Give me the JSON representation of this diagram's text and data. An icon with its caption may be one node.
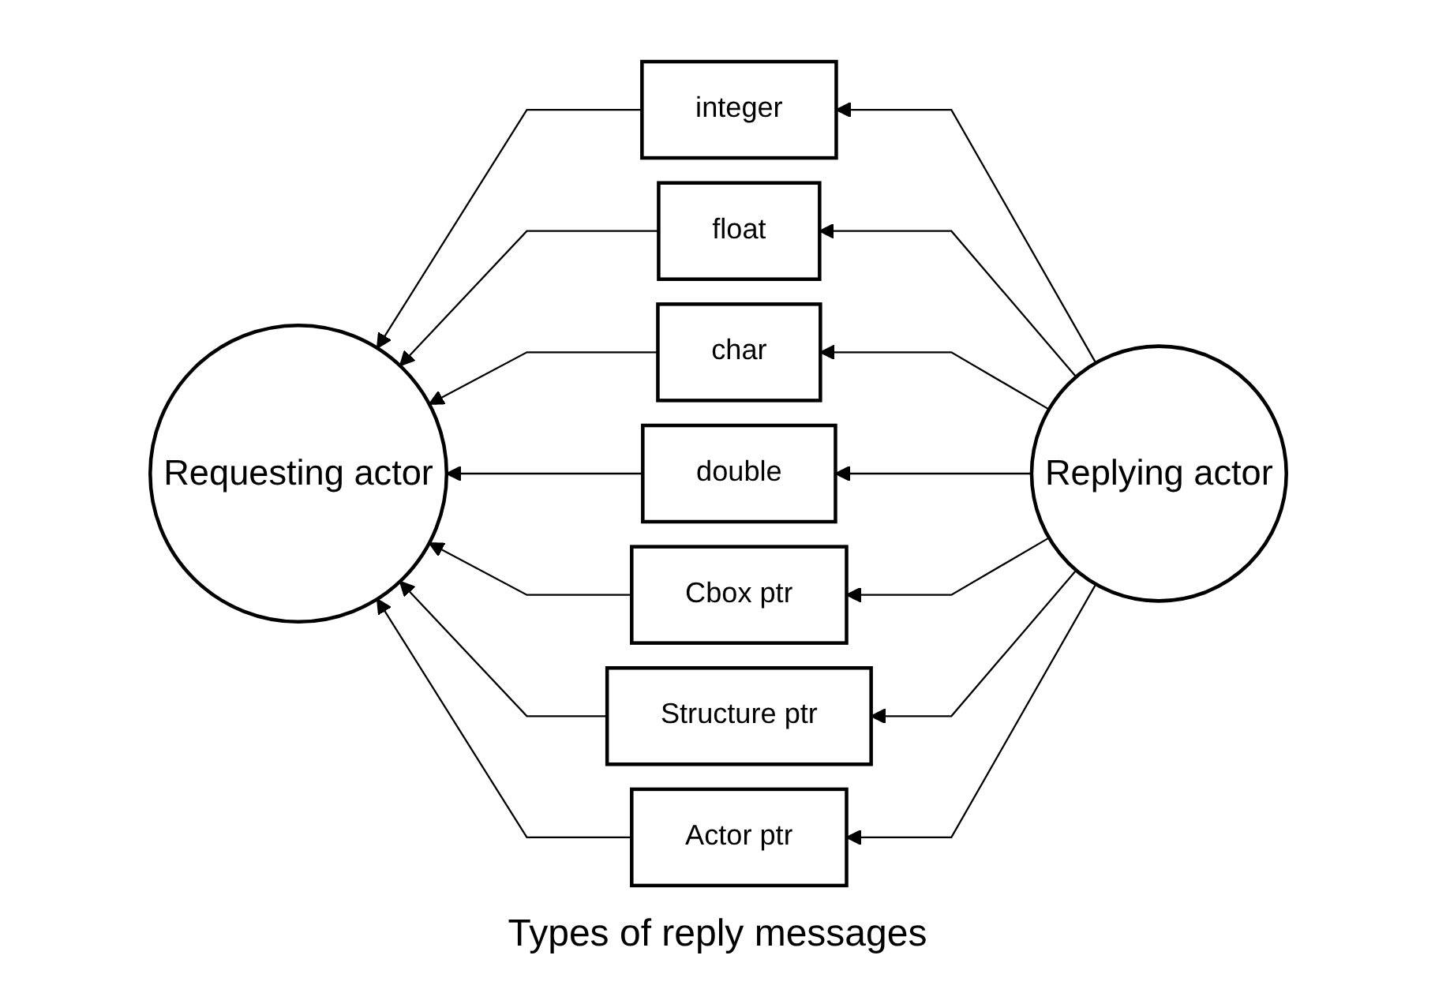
{
  "diagram": {
    "caption": "Types of reply messages",
    "nodes": [
      {
        "text": [
          "Requesting actor"
        ]
      },
      {
        "text": [
          "Replying actor"
        ]
      },
      {
        "text": [
          "integer"
        ]
      },
      {
        "text": [
          "float"
        ]
      },
      {
        "text": [
          "char"
        ]
      },
      {
        "text": [
          "double"
        ]
      },
      {
        "text": [
          "Cbox ptr"
        ]
      },
      {
        "text": [
          "Structure ptr"
        ]
      },
      {
        "text": [
          "Actor ptr"
        ]
      }
    ],
    "edges": [
      {
        "from": 1,
        "to": 2,
        "arrow": "to"
      },
      {
        "from": 2,
        "to": 0,
        "arrow": "to"
      },
      {
        "from": 1,
        "to": 3,
        "arrow": "to"
      },
      {
        "from": 3,
        "to": 0,
        "arrow": "to"
      },
      {
        "from": 1,
        "to": 4,
        "arrow": "to"
      },
      {
        "from": 4,
        "to": 0,
        "arrow": "to"
      },
      {
        "from": 1,
        "to": 5,
        "arrow": "to"
      },
      {
        "from": 5,
        "to": 0,
        "arrow": "to"
      },
      {
        "from": 1,
        "to": 6,
        "arrow": "to"
      },
      {
        "from": 6,
        "to": 0,
        "arrow": "to"
      },
      {
        "from": 1,
        "to": 7,
        "arrow": "to"
      },
      {
        "from": 7,
        "to": 0,
        "arrow": "to"
      },
      {
        "from": 1,
        "to": 8,
        "arrow": "to"
      },
      {
        "from": 8,
        "to": 0,
        "arrow": "to"
      }
    ]
  }
}
